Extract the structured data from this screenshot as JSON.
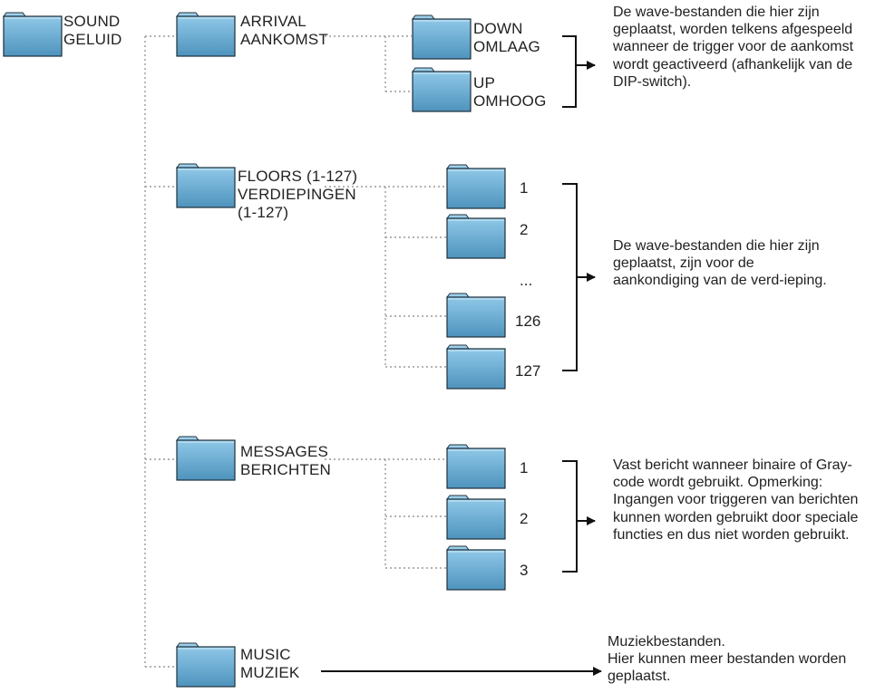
{
  "root": {
    "line1": "SOUND",
    "line2": "GELUID"
  },
  "arrival": {
    "line1": "ARRIVAL",
    "line2": "AANKOMST",
    "down": {
      "line1": "DOWN",
      "line2": "OMLAAG"
    },
    "up": {
      "line1": "UP",
      "line2": "OMHOOG"
    },
    "description": "De wave-bestanden die hier zijn geplaatst, worden telkens afgespeeld wanneer de trigger voor de aankomst wordt geactiveerd (afhankelijk van de DIP-switch)."
  },
  "floors": {
    "line1": "FLOORS (1-127)",
    "line2": "VERDIEPINGEN",
    "line3": "(1-127)",
    "items": [
      "1",
      "2",
      "...",
      "126",
      "127"
    ],
    "description": "De wave-bestanden die hier zijn geplaatst, zijn voor de aankondiging van de verd-ieping."
  },
  "messages": {
    "line1": "MESSAGES",
    "line2": "BERICHTEN",
    "items": [
      "1",
      "2",
      "3"
    ],
    "description": "Vast bericht wanneer binaire of Gray-code wordt gebruikt. Opmerking: Ingangen voor triggeren van berichten kunnen worden gebruikt door speciale functies en dus niet worden gebruikt."
  },
  "music": {
    "line1": "MUSIC",
    "line2": "MUZIEK",
    "description_line1": "Muziekbestanden.",
    "description_line2": "Hier kunnen meer bestanden worden geplaatst."
  },
  "icons": {
    "folder": "folder-icon",
    "arrow": "arrow-right-icon"
  },
  "colors": {
    "folder_light": "#8fc8e8",
    "folder_dark": "#4e93bd",
    "line": "#9a9a9a",
    "text": "#222222"
  }
}
